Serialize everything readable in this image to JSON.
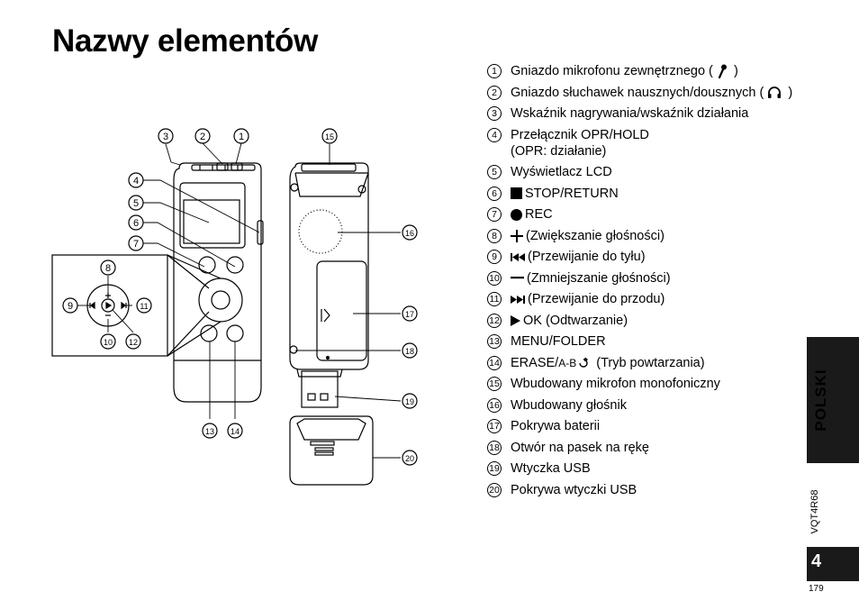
{
  "title": "Nazwy elementów",
  "parts": [
    {
      "num": "1",
      "text": "Gniazdo mikrofonu zewnętrznego (",
      "icon": "microphone-icon",
      "suffix": ")"
    },
    {
      "num": "2",
      "text": "Gniazdo słuchawek nausznych/dousznych (",
      "icon": "headphones-icon",
      "suffix": ")"
    },
    {
      "num": "3",
      "text": "Wskaźnik nagrywania/wskaźnik działania"
    },
    {
      "num": "4",
      "text": "Przełącznik OPR/HOLD",
      "line2": "(OPR: działanie)"
    },
    {
      "num": "5",
      "text": "Wyświetlacz LCD"
    },
    {
      "num": "6",
      "icon": "stop-square-icon",
      "text": "STOP/RETURN"
    },
    {
      "num": "7",
      "icon": "record-dot-icon",
      "text": "REC"
    },
    {
      "num": "8",
      "icon": "plus-icon",
      "text": "(Zwiększanie głośności)"
    },
    {
      "num": "9",
      "icon": "rewind-icon",
      "text": "(Przewijanie do tyłu)"
    },
    {
      "num": "10",
      "icon": "minus-icon",
      "text": "(Zmniejszanie głośności)"
    },
    {
      "num": "11",
      "icon": "fast-forward-icon",
      "text": "(Przewijanie do przodu)"
    },
    {
      "num": "12",
      "icon": "play-triangle-icon",
      "text": "OK (Odtwarzanie)"
    },
    {
      "num": "13",
      "text": "MENU/FOLDER"
    },
    {
      "num": "14",
      "text": "ERASE/",
      "icon": "repeat-ab-icon",
      "icon_text": "A-B",
      "suffix": "(Tryb powtarzania)"
    },
    {
      "num": "15",
      "text": "Wbudowany mikrofon monofoniczny"
    },
    {
      "num": "16",
      "text": "Wbudowany głośnik"
    },
    {
      "num": "17",
      "text": "Pokrywa baterii"
    },
    {
      "num": "18",
      "text": "Otwór na pasek na rękę"
    },
    {
      "num": "19",
      "text": "Wtyczka USB"
    },
    {
      "num": "20",
      "text": "Pokrywa wtyczki USB"
    }
  ],
  "callouts": [
    "3",
    "2",
    "1",
    "15",
    "4",
    "5",
    "6",
    "7",
    "8",
    "9",
    "11",
    "10",
    "12",
    "13",
    "14",
    "16",
    "17",
    "18",
    "19",
    "20"
  ],
  "side": {
    "language": "POLSKI",
    "doc_code": "VQT4R68",
    "page_number": "4",
    "page_small": "179"
  },
  "colors": {
    "tab": "#1a1a1a",
    "text": "#000000",
    "background": "#ffffff"
  }
}
